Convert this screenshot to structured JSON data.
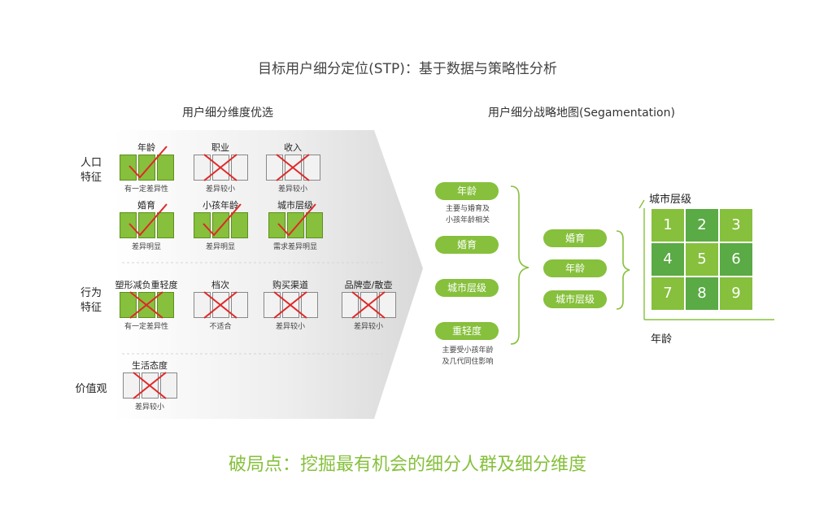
{
  "title": "目标用户细分定位(STP)：基于数据与策略性分析",
  "left_title": "用户细分维度优选",
  "right_title": "用户细分战略地图(Segamentation)",
  "rows": {
    "demographic": "人口\n特征",
    "behavior": "行为\n特征",
    "values": "价值观"
  },
  "dimensions": [
    {
      "name": "年龄",
      "note": "有一定差异性",
      "mark": "check"
    },
    {
      "name": "职业",
      "note": "差异较小",
      "mark": "cross"
    },
    {
      "name": "收入",
      "note": "差异较小",
      "mark": "cross"
    },
    {
      "name": "婚育",
      "note": "差异明显",
      "mark": "check"
    },
    {
      "name": "小孩年龄",
      "note": "差异明显",
      "mark": "check"
    },
    {
      "name": "城市层级",
      "note": "需求差异明显",
      "mark": "check"
    },
    {
      "name": "塑形减负重轻度",
      "note": "有一定差异性",
      "mark": "cross"
    },
    {
      "name": "档次",
      "note": "不适合",
      "mark": "cross"
    },
    {
      "name": "购买渠道",
      "note": "差异较小",
      "mark": "cross"
    },
    {
      "name": "品牌壶/散壶",
      "note": "差异较小",
      "mark": "cross"
    },
    {
      "name": "生活态度",
      "note": "差异较小",
      "mark": "cross"
    }
  ],
  "pills_left": [
    {
      "label": "年龄",
      "note": "主要与婚育及\n小孩年龄相关"
    },
    {
      "label": "婚育",
      "note": ""
    },
    {
      "label": "城市层级",
      "note": ""
    },
    {
      "label": "重轻度",
      "note": "主要受小孩年龄\n及几代同住影响"
    }
  ],
  "pills_mid": [
    "婚育",
    "年龄",
    "城市层级"
  ],
  "grid": {
    "y_label": "城市层级",
    "x_label": "年龄",
    "cells": [
      "1",
      "2",
      "3",
      "4",
      "5",
      "6",
      "7",
      "8",
      "9"
    ]
  },
  "colors": {
    "light_green": "#86c03c",
    "dark_green": "#5aaa45"
  },
  "bottom_text": "破局点：挖掘最有机会的细分人群及细分维度"
}
